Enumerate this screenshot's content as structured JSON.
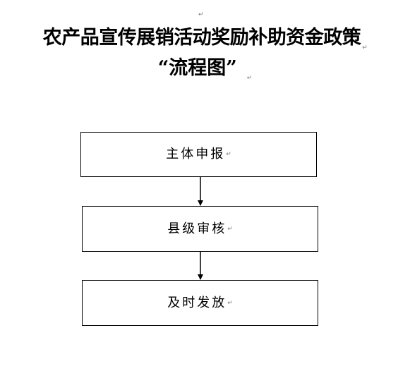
{
  "document": {
    "paragraph_mark": "↵",
    "title_line_1": "农产品宣传展销活动奖励补助资金政策",
    "title_line_2": "“流程图”"
  },
  "flowchart": {
    "steps": [
      {
        "label": "主体申报"
      },
      {
        "label": "县级审核"
      },
      {
        "label": "及时发放"
      }
    ],
    "line_color": "#000000"
  }
}
